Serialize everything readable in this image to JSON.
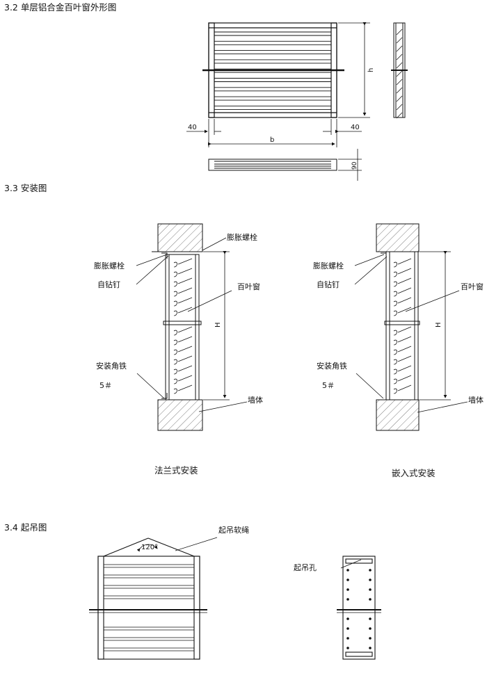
{
  "sections": {
    "s32": {
      "title": "3.2 单层铝合金百叶窗外形图"
    },
    "s33": {
      "title": "3.3 安装图"
    },
    "s34": {
      "title": "3.4 起吊图"
    }
  },
  "outline": {
    "dim_left": "40",
    "dim_right": "40",
    "dim_width": "b",
    "dim_height": "h",
    "dim_depth": "90"
  },
  "flange": {
    "expansion_bolt_top": "膨胀螺栓",
    "expansion_bolt": "膨胀螺栓",
    "self_drill_screw": "自钻钉",
    "louver": "百叶窗",
    "height": "H",
    "angle_iron": "安装角铁",
    "angle_no": "5＃",
    "wall": "墙体",
    "caption": "法兰式安装"
  },
  "embedded": {
    "expansion_bolt": "膨胀螺栓",
    "self_drill_screw": "自钻钉",
    "louver": "百叶窗",
    "height": "H",
    "angle_iron": "安装角铁",
    "angle_no": "5＃",
    "wall": "墙体",
    "caption": "嵌入式安装"
  },
  "hoisting": {
    "rope": "起吊软绳",
    "angle": "120°",
    "hole": "起吊孔"
  }
}
